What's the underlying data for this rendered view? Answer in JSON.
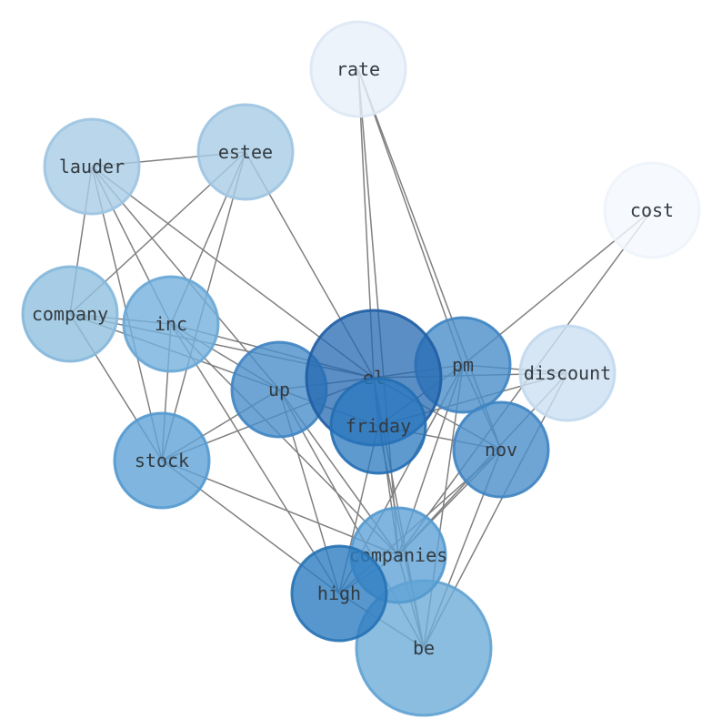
{
  "nodes": [
    {
      "id": "rate",
      "label": "rate",
      "fill": "#e8f0fa",
      "stroke": "#dde8f5"
    },
    {
      "id": "estee",
      "label": "estee",
      "fill": "#a8cce6",
      "stroke": "#9dc4e1"
    },
    {
      "id": "lauder",
      "label": "lauder",
      "fill": "#a8cce6",
      "stroke": "#9dc4e1"
    },
    {
      "id": "cost",
      "label": "cost",
      "fill": "#f4f8fd",
      "stroke": "#eef4fb"
    },
    {
      "id": "company",
      "label": "company",
      "fill": "#90c0df",
      "stroke": "#84b7da"
    },
    {
      "id": "inc",
      "label": "inc",
      "fill": "#74b0dc",
      "stroke": "#68a6d5"
    },
    {
      "id": "discount",
      "label": "discount",
      "fill": "#cde0f2",
      "stroke": "#c1d8ee"
    },
    {
      "id": "stock",
      "label": "stock",
      "fill": "#5fa3d6",
      "stroke": "#5399cf"
    },
    {
      "id": "up",
      "label": "up",
      "fill": "#4a8fca",
      "stroke": "#3f84c2"
    },
    {
      "id": "pm",
      "label": "pm",
      "fill": "#4a8fca",
      "stroke": "#3f84c2"
    },
    {
      "id": "nov",
      "label": "nov",
      "fill": "#4a8fca",
      "stroke": "#3f84c2"
    },
    {
      "id": "companies",
      "label": "companies",
      "fill": "#5fa3d6",
      "stroke": "#5399cf"
    },
    {
      "id": "be",
      "label": "be",
      "fill": "#6eacd8",
      "stroke": "#62a2d2"
    },
    {
      "id": "high",
      "label": "high",
      "fill": "#2e7dc0",
      "stroke": "#2672b5"
    },
    {
      "id": "el",
      "label": "el",
      "fill": "#2468b0",
      "stroke": "#1f5da3"
    },
    {
      "id": "friday",
      "label": "friday",
      "fill": "#2a78bf",
      "stroke": "#246eb3"
    }
  ],
  "edges": [
    [
      "rate",
      "el"
    ],
    [
      "rate",
      "pm"
    ],
    [
      "rate",
      "nov"
    ],
    [
      "rate",
      "companies"
    ],
    [
      "cost",
      "pm"
    ],
    [
      "cost",
      "companies"
    ],
    [
      "estee",
      "lauder"
    ],
    [
      "estee",
      "company"
    ],
    [
      "estee",
      "inc"
    ],
    [
      "estee",
      "stock"
    ],
    [
      "estee",
      "el"
    ],
    [
      "lauder",
      "company"
    ],
    [
      "lauder",
      "inc"
    ],
    [
      "lauder",
      "stock"
    ],
    [
      "lauder",
      "el"
    ],
    [
      "lauder",
      "up"
    ],
    [
      "company",
      "inc"
    ],
    [
      "company",
      "up"
    ],
    [
      "company",
      "stock"
    ],
    [
      "company",
      "el"
    ],
    [
      "inc",
      "stock"
    ],
    [
      "inc",
      "up"
    ],
    [
      "inc",
      "el"
    ],
    [
      "inc",
      "companies"
    ],
    [
      "inc",
      "high"
    ],
    [
      "stock",
      "up"
    ],
    [
      "stock",
      "el"
    ],
    [
      "stock",
      "companies"
    ],
    [
      "stock",
      "high"
    ],
    [
      "up",
      "el"
    ],
    [
      "up",
      "companies"
    ],
    [
      "up",
      "high"
    ],
    [
      "up",
      "be"
    ],
    [
      "up",
      "friday"
    ],
    [
      "el",
      "pm"
    ],
    [
      "el",
      "friday"
    ],
    [
      "el",
      "nov"
    ],
    [
      "el",
      "companies"
    ],
    [
      "el",
      "be"
    ],
    [
      "el",
      "discount"
    ],
    [
      "pm",
      "friday"
    ],
    [
      "pm",
      "nov"
    ],
    [
      "pm",
      "companies"
    ],
    [
      "pm",
      "be"
    ],
    [
      "pm",
      "high"
    ],
    [
      "pm",
      "discount"
    ],
    [
      "discount",
      "companies"
    ],
    [
      "discount",
      "be"
    ],
    [
      "discount",
      "friday"
    ],
    [
      "friday",
      "nov"
    ],
    [
      "friday",
      "high"
    ],
    [
      "friday",
      "be"
    ],
    [
      "nov",
      "companies"
    ],
    [
      "nov",
      "high"
    ],
    [
      "nov",
      "be"
    ],
    [
      "companies",
      "high"
    ],
    [
      "companies",
      "be"
    ],
    [
      "high",
      "be"
    ]
  ]
}
